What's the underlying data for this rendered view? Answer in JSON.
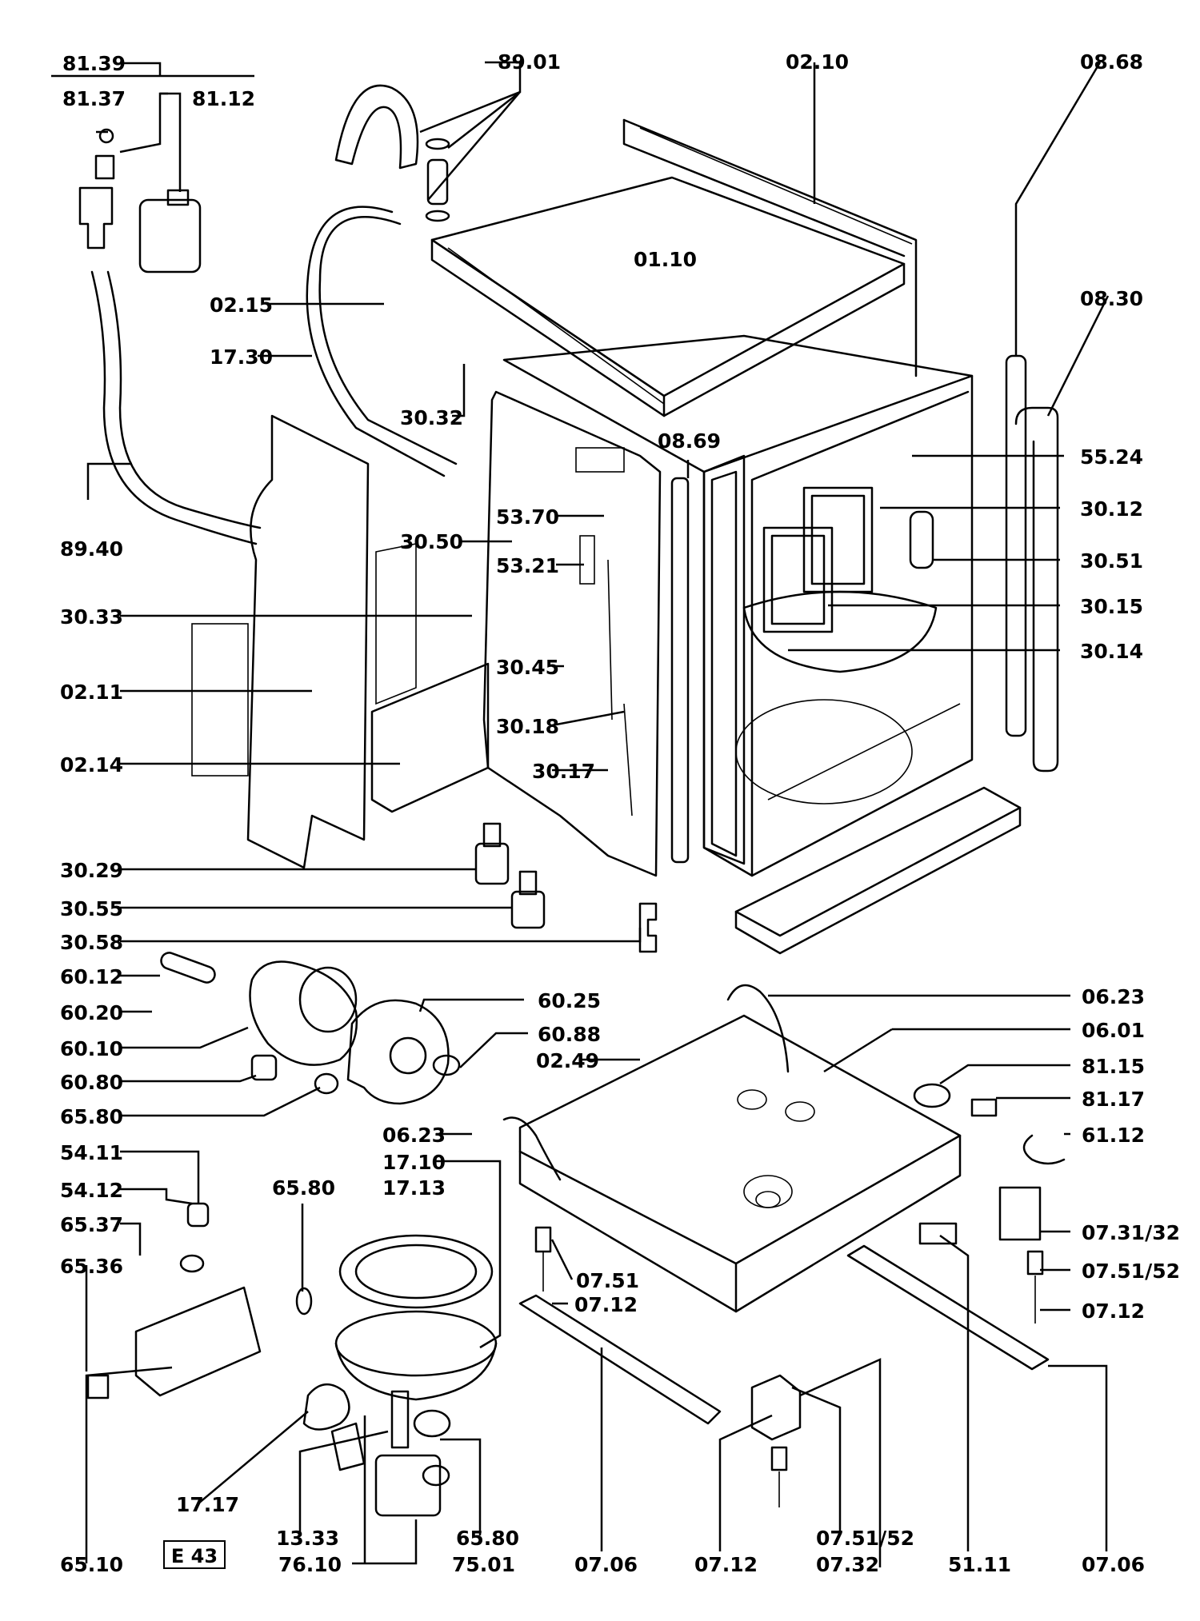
{
  "diagram_code": "E 43",
  "labels": [
    "81.39",
    "81.37",
    "81.12",
    "89.01",
    "02.10",
    "08.68",
    "01.10",
    "02.15",
    "08.30",
    "17.30",
    "30.32",
    "55.24",
    "08.69",
    "30.12",
    "53.70",
    "30.51",
    "89.40",
    "30.50",
    "53.21",
    "30.15",
    "30.33",
    "30.14",
    "30.45",
    "02.11",
    "30.18",
    "02.14",
    "30.17",
    "30.29",
    "30.55",
    "30.58",
    "60.12",
    "60.25",
    "06.23",
    "60.20",
    "60.88",
    "06.01",
    "60.10",
    "02.49",
    "81.15",
    "60.80",
    "81.17",
    "65.80",
    "06.23",
    "61.12",
    "54.11",
    "17.10",
    "17.13",
    "65.80",
    "54.12",
    "65.37",
    "07.31/32",
    "07.51",
    "65.36",
    "07.51/52",
    "07.12",
    "07.12",
    "17.17",
    "13.33",
    "65.80",
    "07.51/52",
    "65.10",
    "76.10",
    "75.01",
    "07.06",
    "07.12",
    "07.32",
    "51.11",
    "07.06"
  ]
}
